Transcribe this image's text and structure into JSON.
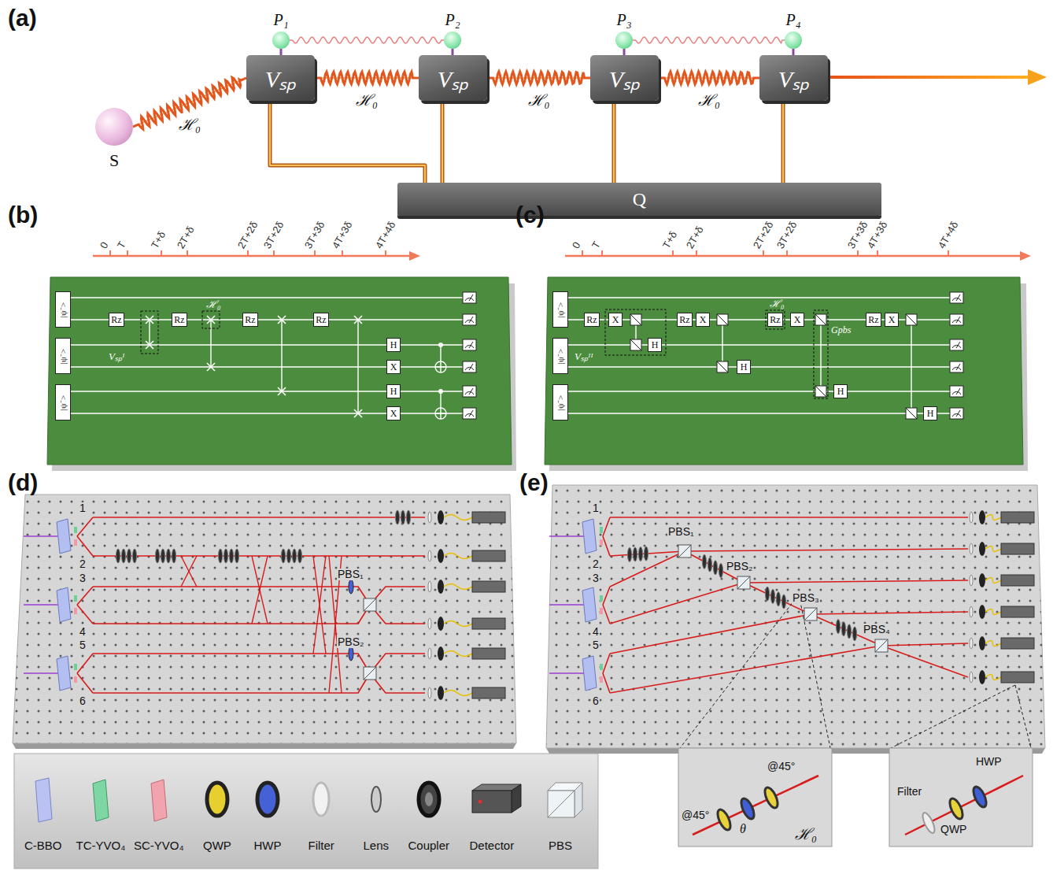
{
  "diagram": {
    "nodes": [
      {
        "text": [
          "S"
        ]
      },
      {
        "text": [
          "Vₛₚ"
        ]
      },
      {
        "text": [
          "Vₛₚ"
        ]
      },
      {
        "text": [
          "Vₛₚ"
        ]
      },
      {
        "text": [
          "Vₛₚ"
        ]
      },
      {
        "text": [
          "P₁"
        ]
      },
      {
        "text": [
          "P₂"
        ]
      },
      {
        "text": [
          "P₃"
        ]
      },
      {
        "text": [
          "P₄"
        ]
      },
      {
        "text": [
          "Q"
        ]
      },
      {
        "text": [
          "|ψ⁻>"
        ]
      },
      {
        "text": [
          "|ψ⁻>"
        ]
      },
      {
        "text": [
          "|ψ⁻>"
        ]
      },
      {
        "text": [
          "Rz"
        ]
      },
      {
        "text": [
          "Rz"
        ]
      },
      {
        "text": [
          "Rz"
        ]
      },
      {
        "text": [
          "Rz"
        ]
      },
      {
        "text": [
          "H"
        ]
      },
      {
        "text": [
          "X"
        ]
      },
      {
        "text": [
          "H"
        ]
      },
      {
        "text": [
          "X"
        ]
      },
      {
        "text": [
          "|ψ⁻>"
        ]
      },
      {
        "text": [
          "|ψ⁻>"
        ]
      },
      {
        "text": [
          "|ψ⁻>"
        ]
      },
      {
        "text": [
          "Rz"
        ]
      },
      {
        "text": [
          "X"
        ]
      },
      {
        "text": [
          "H"
        ]
      },
      {
        "text": [
          "Rz"
        ]
      },
      {
        "text": [
          "X"
        ]
      },
      {
        "text": [
          "H"
        ]
      },
      {
        "text": [
          "Rz"
        ]
      },
      {
        "text": [
          "X"
        ]
      },
      {
        "text": [
          "H"
        ]
      },
      {
        "text": [
          "Rz"
        ]
      },
      {
        "text": [
          "X"
        ]
      },
      {
        "text": [
          "H"
        ]
      }
    ],
    "edges": [
      {
        "from": 0,
        "to": 1,
        "arrow": "none",
        "label": "ℋ₀"
      },
      {
        "from": 1,
        "to": 2,
        "arrow": "none",
        "label": "ℋ₀"
      },
      {
        "from": 2,
        "to": 3,
        "arrow": "none",
        "label": "ℋ₀"
      },
      {
        "from": 3,
        "to": 4,
        "arrow": "none",
        "label": "ℋ₀"
      },
      {
        "from": 5,
        "to": 6,
        "arrow": "none"
      },
      {
        "from": 7,
        "to": 8,
        "arrow": "none"
      },
      {
        "from": 5,
        "to": 1,
        "arrow": "none"
      },
      {
        "from": 6,
        "to": 2,
        "arrow": "none"
      },
      {
        "from": 7,
        "to": 3,
        "arrow": "none"
      },
      {
        "from": 8,
        "to": 4,
        "arrow": "none"
      },
      {
        "from": 1,
        "to": 9,
        "arrow": "none"
      },
      {
        "from": 2,
        "to": 9,
        "arrow": "none"
      },
      {
        "from": 3,
        "to": 9,
        "arrow": "none"
      },
      {
        "from": 4,
        "to": 9,
        "arrow": "none"
      }
    ],
    "labels": [
      "(a)",
      "(b)",
      "(c)",
      "(d)",
      "(e)",
      "0",
      "T",
      "T+δ",
      "2T+δ",
      "2T+2δ",
      "3T+2δ",
      "3T+3δ",
      "4T+3δ",
      "4T+4δ",
      "0",
      "T",
      "T+δ",
      "2T+δ",
      "2T+2δ",
      "3T+2δ",
      "3T+3δ",
      "4T+3δ",
      "4T+4δ",
      "Vₛₚᴵ",
      "ℋ₀",
      "ℋ₀",
      "Vₛₚᴵᴵ",
      "Gpbs",
      "1",
      "2",
      "3",
      "4",
      "5",
      "6",
      "PBS₁",
      "PBS₂",
      "1",
      "2",
      "3",
      "4",
      "5",
      "6",
      "PBS₁",
      "PBS₂",
      "PBS₃",
      "PBS₄",
      "@45°",
      "θ",
      "@45°",
      "ℋ₀",
      "HWP",
      "QWP",
      "Filter"
    ],
    "legend": [
      {
        "text": "C-BBO"
      },
      {
        "text": "TC-YVO₄"
      },
      {
        "text": "SC-YVO₄"
      },
      {
        "text": "QWP"
      },
      {
        "text": "HWP"
      },
      {
        "text": "Filter"
      },
      {
        "text": "Lens"
      },
      {
        "text": "Coupler"
      },
      {
        "text": "Detector"
      },
      {
        "text": "PBS"
      }
    ]
  }
}
